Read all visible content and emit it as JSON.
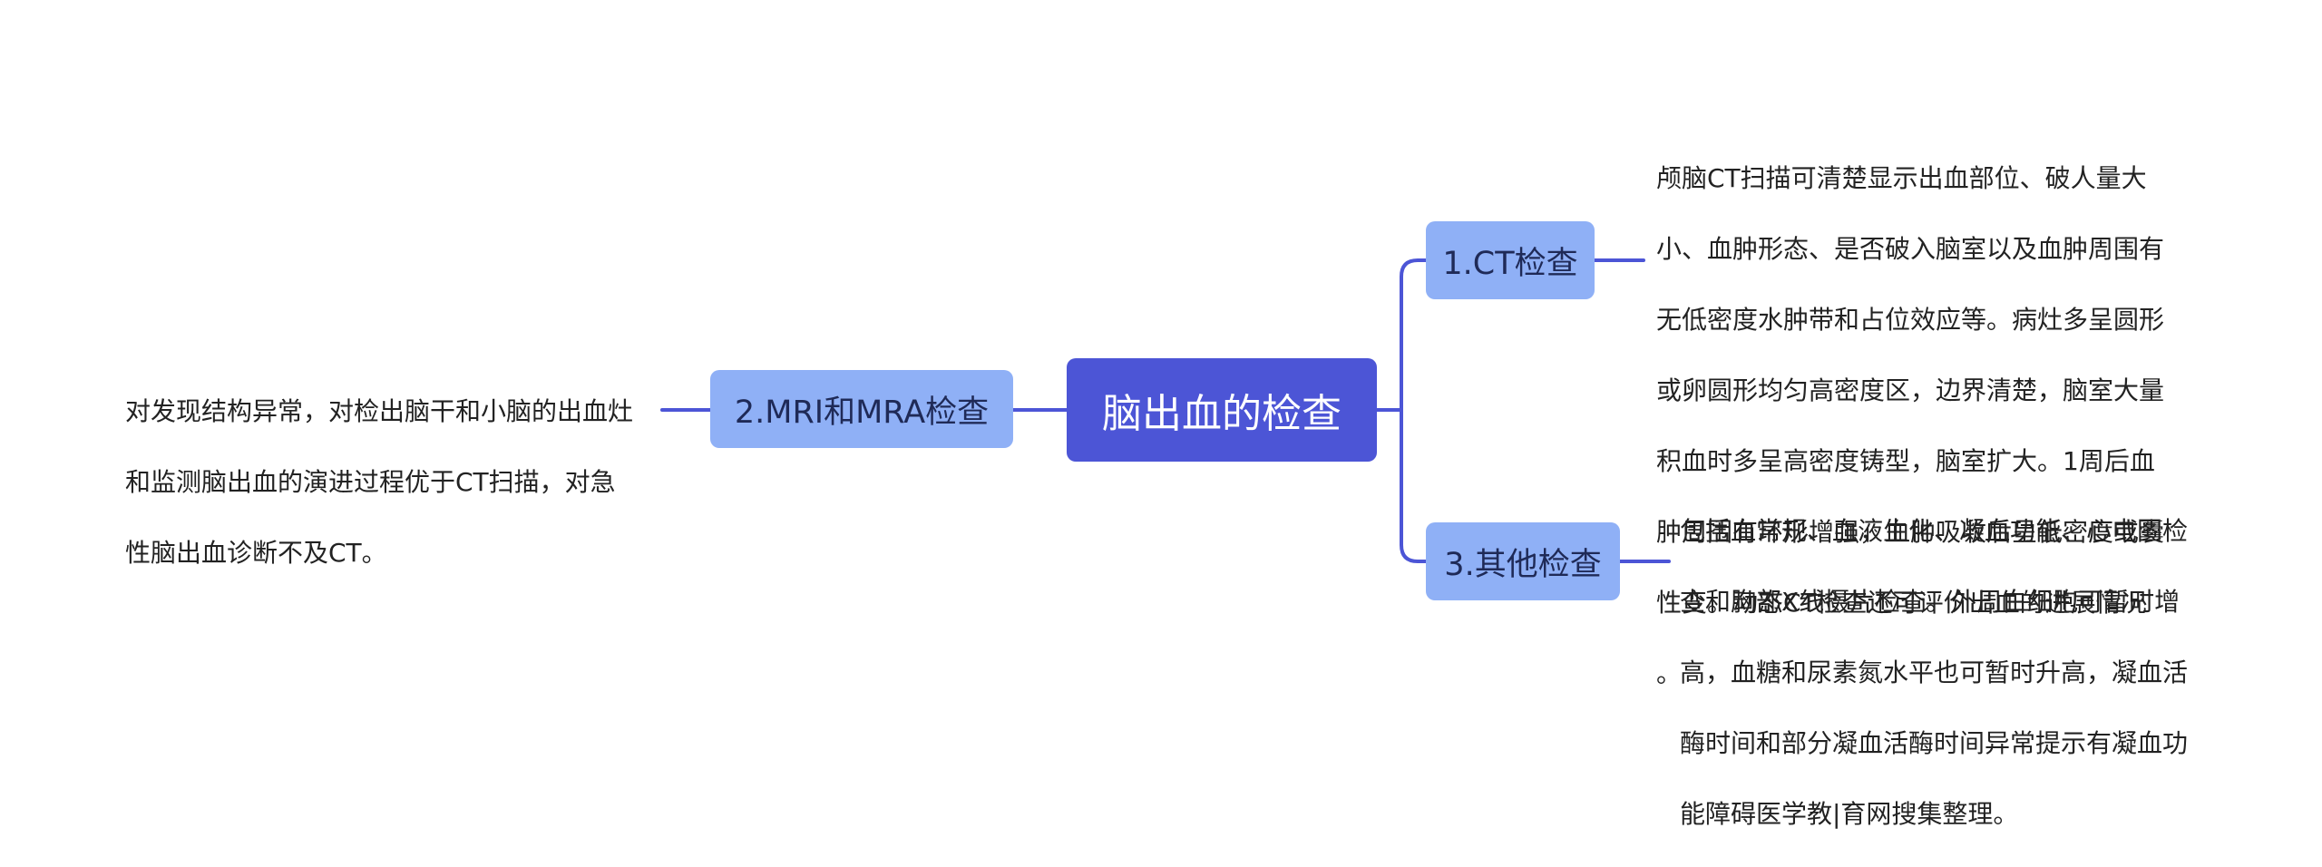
{
  "mindmap": {
    "root": "脑出血的检查",
    "branches": [
      {
        "label": "1.CT检查",
        "note_lines": [
          "颅脑CT扫描可清楚显示出血部位、破人量大",
          "小、血肿形态、是否破入脑室以及血肿周围有",
          "无低密度水肿带和占位效应等。病灶多呈圆形",
          "或卵圆形均匀高密度区，边界清楚，脑室大量",
          "积血时多呈高密度铸型，脑室扩大。1周后血",
          "肿周围有环形增强，血肿吸收后呈低密度或囊",
          "性变。动态CT检查还可评价出血的进展情况",
          "。"
        ]
      },
      {
        "label": "2.MRI和MRA检查",
        "note_lines": [
          "对发现结构异常，对检出脑干和小脑的出血灶",
          "和监测脑出血的演进过程优于CT扫描，对急",
          "性脑出血诊断不及CT。"
        ]
      },
      {
        "label": "3.其他检查",
        "note_lines": [
          "包括血常规、血液生化、凝血功能、心电图检",
          "查和胸部X线摄片检查。外周白细胞可暂时增",
          "高，血糖和尿素氮水平也可暂时升高，凝血活",
          "酶时间和部分凝血活酶时间异常提示有凝血功",
          "能障碍医学教|育网搜集整理。"
        ]
      }
    ]
  },
  "colors": {
    "root_fill": "#4c55d6",
    "topic_fill": "#8fb0f6",
    "connector": "#4c55d6"
  }
}
